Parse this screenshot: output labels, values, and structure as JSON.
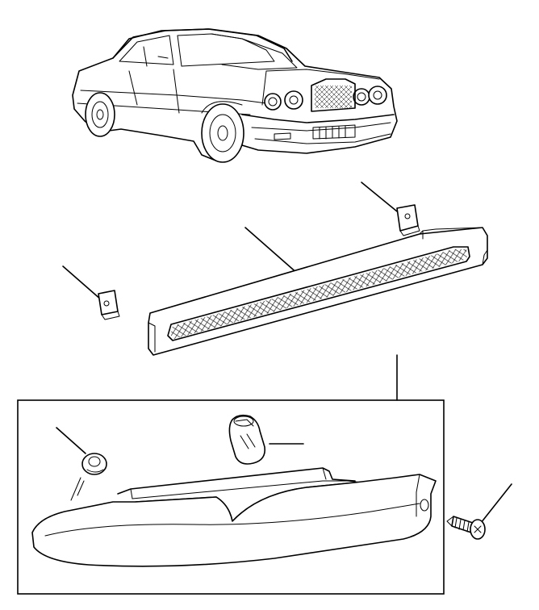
{
  "diagram": {
    "parts": [
      {
        "name": "car-illustration"
      },
      {
        "name": "grille-panel"
      },
      {
        "name": "retaining-clip-right"
      },
      {
        "name": "retaining-clip-left"
      },
      {
        "name": "indicator-lamp-housing"
      },
      {
        "name": "indicator-bulb"
      },
      {
        "name": "rubber-grommet"
      },
      {
        "name": "fixing-screw"
      }
    ],
    "callout_labels": []
  }
}
